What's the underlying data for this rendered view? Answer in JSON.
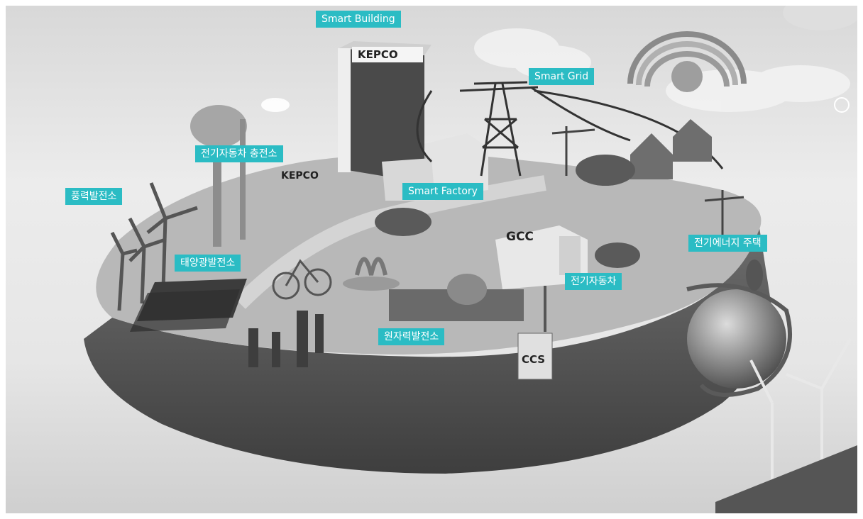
{
  "labels": {
    "smart_building": "Smart Building",
    "smart_grid": "Smart Grid",
    "ev_charging_station": "전기자동차 충전소",
    "wind_power_plant": "풍력발전소",
    "smart_factory": "Smart Factory",
    "solar_power_plant": "태양광발전소",
    "electric_energy_home": "전기에너지 주택",
    "electric_vehicle": "전기자동차",
    "nuclear_power_plant": "원자력발전소"
  },
  "signs": {
    "gcc": "GCC",
    "ccs": "CCS",
    "kepco_building": "KEPCO",
    "kepco_station": "KEPCO"
  },
  "colors": {
    "label_bg": "#2bbcc4",
    "label_text": "#ffffff"
  }
}
